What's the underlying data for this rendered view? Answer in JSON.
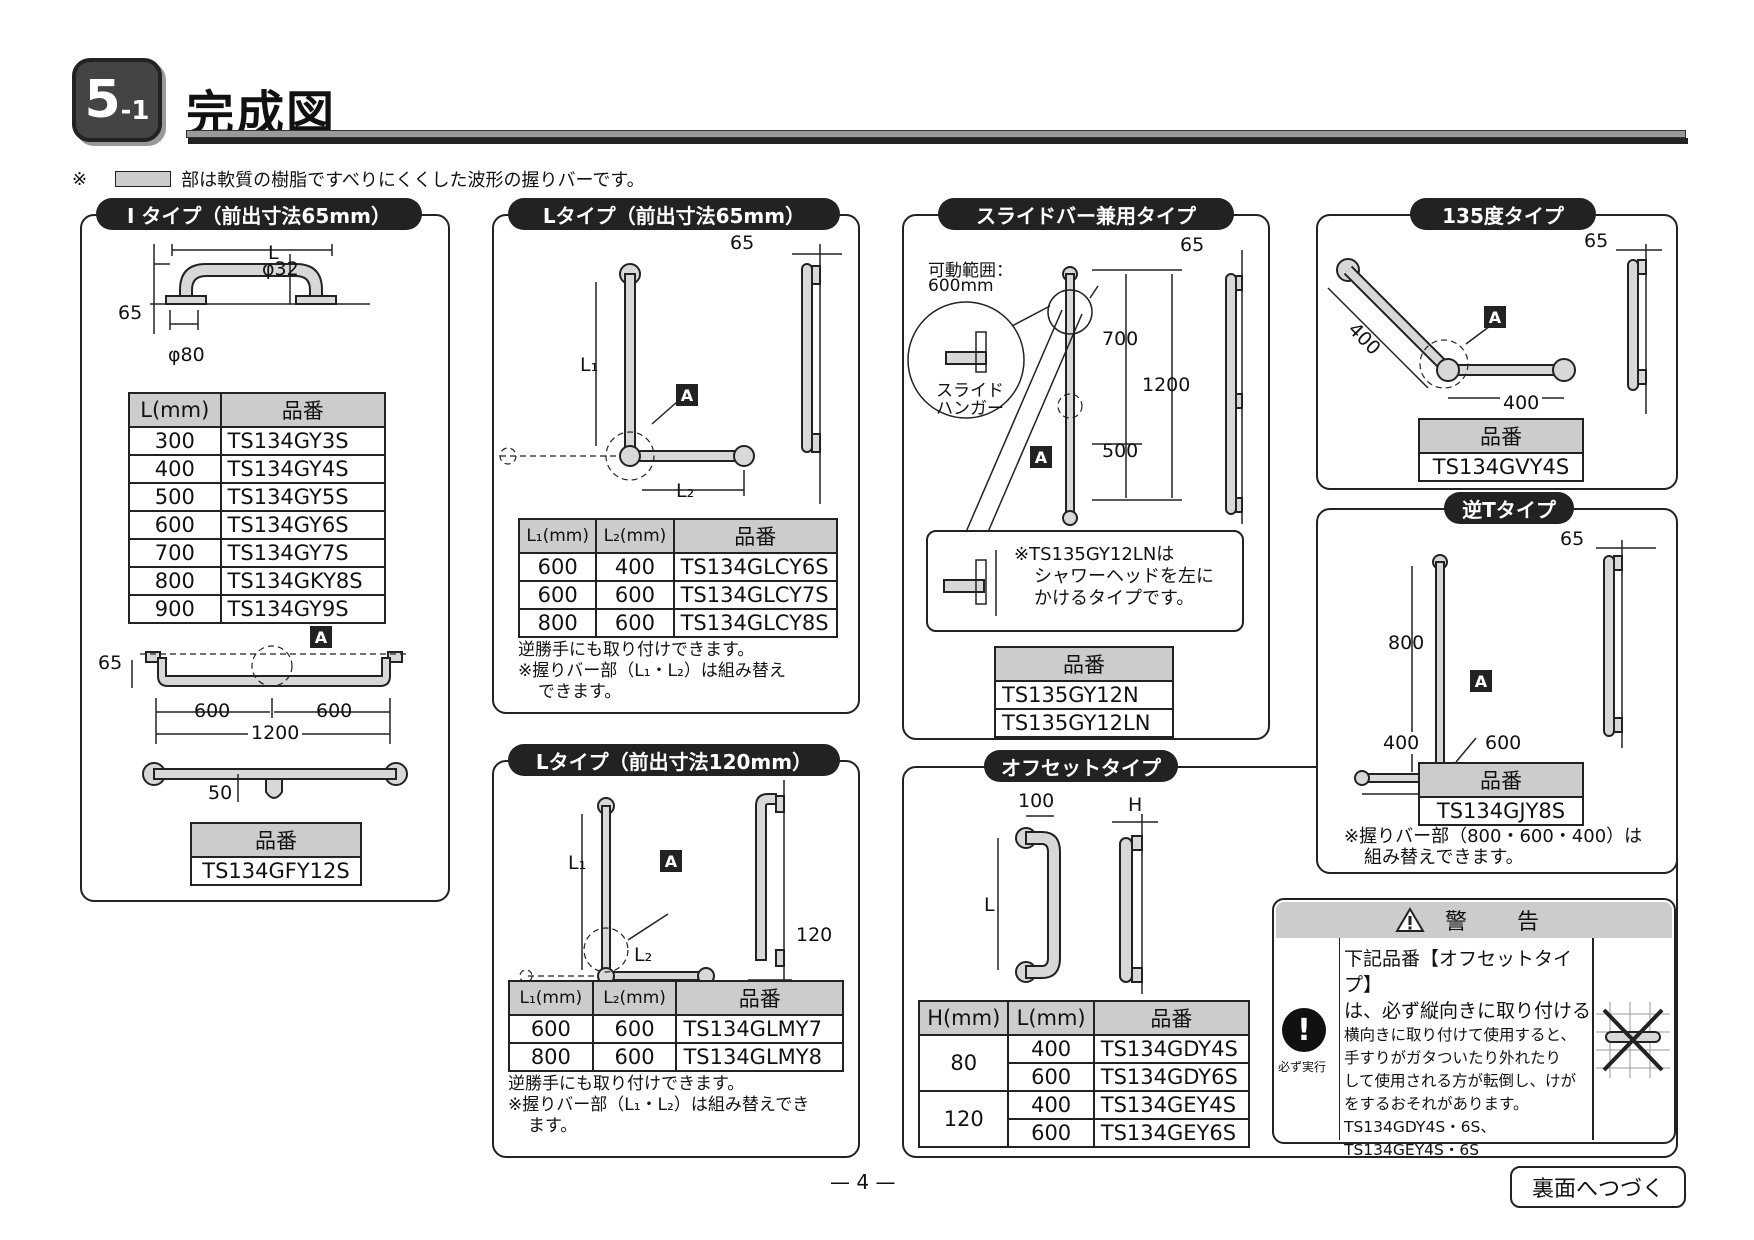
{
  "header": {
    "section_number": "5",
    "section_sub": "-1",
    "title": "完成図"
  },
  "top_note": {
    "mark": "※",
    "text": "部は軟質の樹脂ですべりにくくした波形の握りバーです。"
  },
  "i_type": {
    "title": "I タイプ（前出寸法65mm）",
    "dims": {
      "L": "L",
      "phi32": "φ32",
      "h65": "65",
      "phi80": "φ80",
      "h65b": "65",
      "a": "600",
      "b": "600",
      "total": "1200",
      "d50": "50",
      "tag": "A"
    },
    "table": {
      "headers": [
        "L(mm)",
        "品番"
      ],
      "rows": [
        [
          "300",
          "TS134GY3S"
        ],
        [
          "400",
          "TS134GY4S"
        ],
        [
          "500",
          "TS134GY5S"
        ],
        [
          "600",
          "TS134GY6S"
        ],
        [
          "700",
          "TS134GY7S"
        ],
        [
          "800",
          "TS134GKY8S"
        ],
        [
          "900",
          "TS134GY9S"
        ]
      ]
    },
    "table2": {
      "header": "品番",
      "value": "TS134GFY12S"
    }
  },
  "l_type_65": {
    "title": "Lタイプ（前出寸法65mm）",
    "dims": {
      "d65": "65",
      "L1": "L₁",
      "L2": "L₂",
      "tag": "A"
    },
    "table": {
      "headers": [
        "L₁(mm)",
        "L₂(mm)",
        "品番"
      ],
      "rows": [
        [
          "600",
          "400",
          "TS134GLCY6S"
        ],
        [
          "600",
          "600",
          "TS134GLCY7S"
        ],
        [
          "800",
          "600",
          "TS134GLCY8S"
        ]
      ]
    },
    "notes": [
      "逆勝手にも取り付けできます。",
      "※握りバー部（L₁・L₂）は組み替え",
      "できます。"
    ]
  },
  "l_type_120": {
    "title": "Lタイプ（前出寸法120mm）",
    "dims": {
      "d120": "120",
      "L1": "L₁",
      "L2": "L₂",
      "tag": "A"
    },
    "table": {
      "headers": [
        "L₁(mm)",
        "L₂(mm)",
        "品番"
      ],
      "rows": [
        [
          "600",
          "600",
          "TS134GLMY7"
        ],
        [
          "800",
          "600",
          "TS134GLMY8"
        ]
      ]
    },
    "notes": [
      "逆勝手にも取り付けできます。",
      "※握りバー部（L₁・L₂）は組み替えでき",
      "ます。"
    ]
  },
  "slide_type": {
    "title": "スライドバー兼用タイプ",
    "dims": {
      "range_label": "可動範囲：",
      "range_value": "600mm",
      "d65": "65",
      "d700": "700",
      "d1200": "1200",
      "d500": "500",
      "hanger": "スライド",
      "hanger2": "ハンガー",
      "tag": "A"
    },
    "note_lines": [
      "※TS135GY12LNは",
      "シャワーヘッドを左に",
      "かけるタイプです。"
    ],
    "table": {
      "header": "品番",
      "rows": [
        "TS135GY12N",
        "TS135GY12LN"
      ]
    }
  },
  "type_135": {
    "title": "135度タイプ",
    "dims": {
      "d65": "65",
      "d400a": "400",
      "d400b": "400",
      "tag": "A"
    },
    "table": {
      "header": "品番",
      "value": "TS134GVY4S"
    }
  },
  "reverse_t": {
    "title": "逆Tタイプ",
    "dims": {
      "d65": "65",
      "d800": "800",
      "d400": "400",
      "d600": "600",
      "tag": "A"
    },
    "table": {
      "header": "品番",
      "value": "TS134GJY8S"
    },
    "notes": [
      "※握りバー部（800・600・400）は",
      "組み替えできます。"
    ]
  },
  "offset_type": {
    "title": "オフセットタイプ",
    "dims": {
      "d100": "100",
      "H": "H",
      "L": "L"
    },
    "table": {
      "headers": [
        "H(mm)",
        "L(mm)",
        "品番"
      ],
      "groups": [
        {
          "h": "80",
          "rows": [
            [
              "400",
              "TS134GDY4S"
            ],
            [
              "600",
              "TS134GDY6S"
            ]
          ]
        },
        {
          "h": "120",
          "rows": [
            [
              "400",
              "TS134GEY4S"
            ],
            [
              "600",
              "TS134GEY6S"
            ]
          ]
        }
      ]
    }
  },
  "warning": {
    "title": "警　告",
    "must": "必ず実行",
    "bold_lines": [
      "下記品番【オフセットタイプ】",
      "は、必ず縦向きに取り付ける"
    ],
    "lines": [
      "横向きに取り付けて使用すると、",
      "手すりがガタついたり外れたり",
      "して使用される方が転倒し、けが",
      "をするおそれがあります。",
      "TS134GDY4S・6S、",
      "TS134GEY4S・6S"
    ]
  },
  "footer": {
    "page": "— 4 —",
    "continue": "裏面へつづく"
  }
}
